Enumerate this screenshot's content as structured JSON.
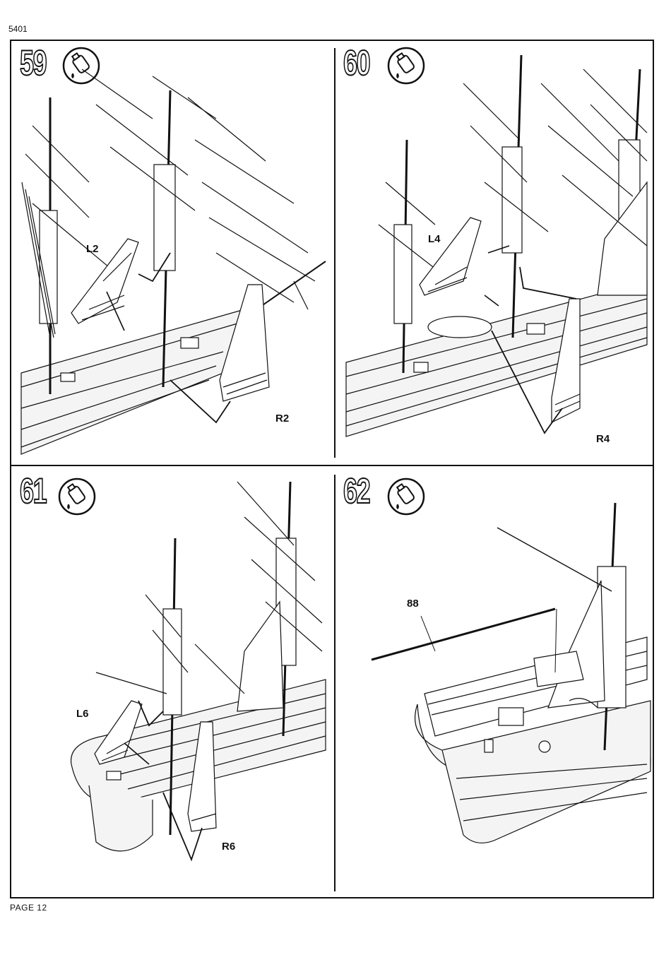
{
  "header": {
    "doc_code": "5401"
  },
  "footer": {
    "page_label": "PAGE 12"
  },
  "icons": {
    "glue": "glue-bottle-icon"
  },
  "panels": [
    {
      "step": "59",
      "labels": [
        "L2",
        "R2"
      ]
    },
    {
      "step": "60",
      "labels": [
        "L4",
        "R4"
      ]
    },
    {
      "step": "61",
      "labels": [
        "L6",
        "R6"
      ]
    },
    {
      "step": "62",
      "labels": [
        "88"
      ]
    }
  ]
}
